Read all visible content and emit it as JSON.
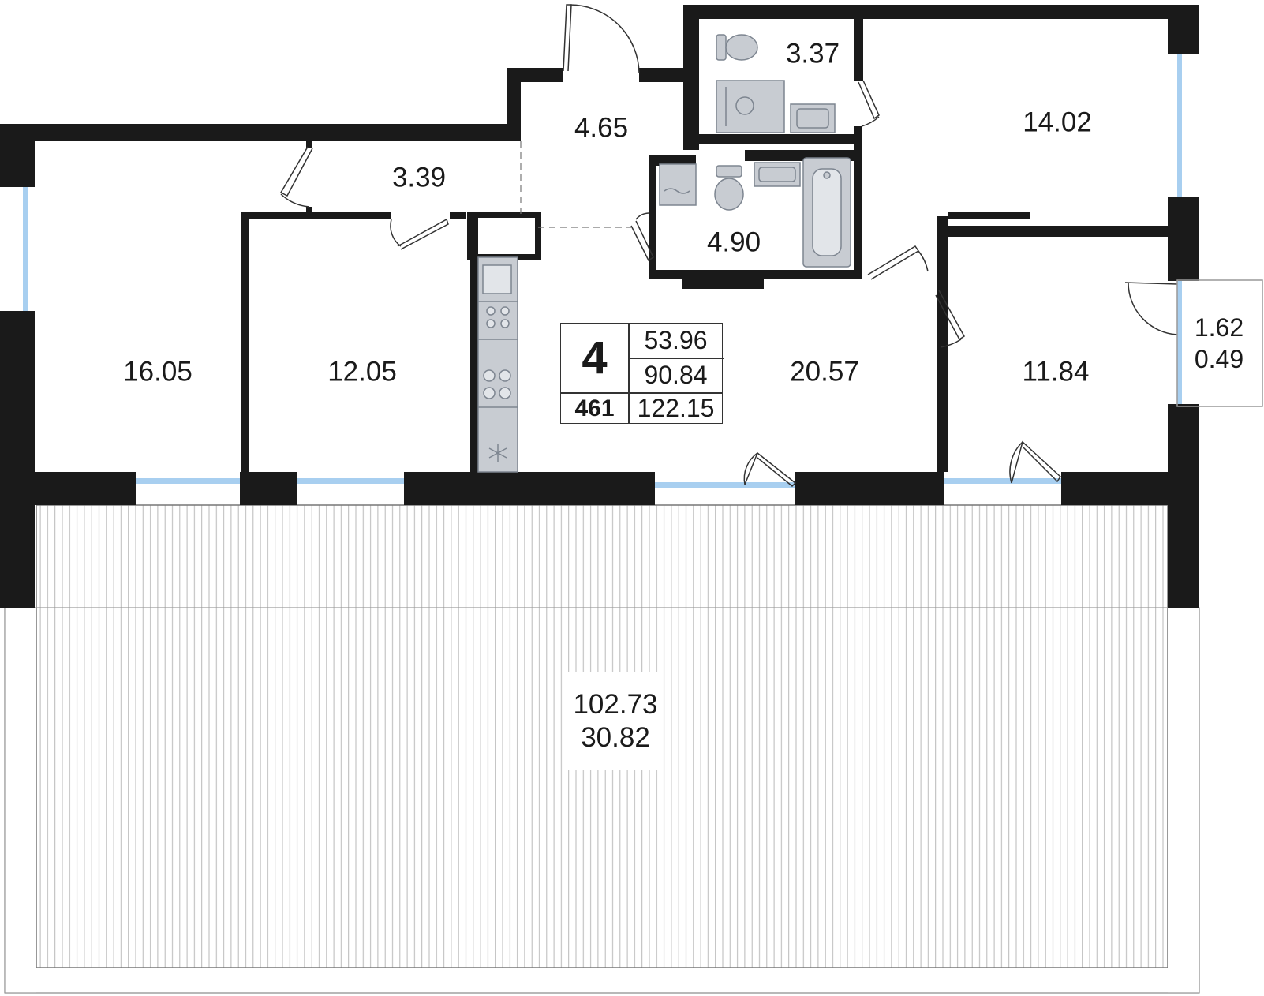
{
  "summary": {
    "room_count": "4",
    "apartment_number": "461",
    "living_area": "53.96",
    "total_area": "90.84",
    "total_with_outdoor": "122.15"
  },
  "rooms": {
    "bedroom_left": "16.05",
    "bedroom_mid": "12.05",
    "corridor": "3.39",
    "entrance_hall": "4.65",
    "wc": "3.37",
    "bedroom_top_right": "14.02",
    "bathroom": "4.90",
    "kitchen_living": "20.57",
    "bedroom_right": "11.84"
  },
  "balcony": {
    "area": "1.62",
    "coef_area": "0.49"
  },
  "terrace": {
    "area": "102.73",
    "coef_area": "30.82"
  },
  "colors": {
    "wall": "#1a1a1a",
    "window": "#a8cff0",
    "fixture": "#c8ccd2",
    "fixture_stroke": "#7d8590"
  },
  "icons": [
    "toilet-icon",
    "shower-icon",
    "sink-icon",
    "bathtub-icon",
    "washing-machine-icon",
    "stove-icon",
    "fridge-icon"
  ]
}
